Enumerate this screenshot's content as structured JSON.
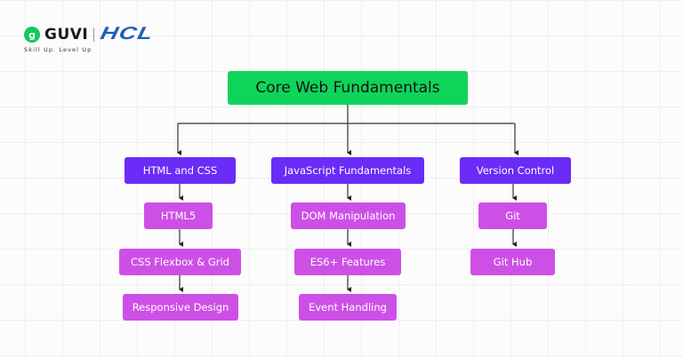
{
  "branding": {
    "logo_mark": "g",
    "brand_name": "GUVI",
    "partner_name": "HCL",
    "tagline": "Skill Up. Level Up",
    "colors": {
      "guvi_green": "#14c959",
      "hcl_blue": "#1d5fb8"
    }
  },
  "diagram": {
    "colors": {
      "root": "#0ed45a",
      "category": "#6a2cf6",
      "topic": "#cd50e6",
      "connector": "#333333"
    },
    "root": {
      "label": "Core Web Fundamentals"
    },
    "branches": [
      {
        "label": "HTML and CSS",
        "children": [
          {
            "label": "HTML5"
          },
          {
            "label": "CSS Flexbox & Grid"
          },
          {
            "label": "Responsive Design"
          }
        ]
      },
      {
        "label": "JavaScript Fundamentals",
        "children": [
          {
            "label": "DOM Manipulation"
          },
          {
            "label": "ES6+ Features"
          },
          {
            "label": "Event Handling"
          }
        ]
      },
      {
        "label": "Version Control",
        "children": [
          {
            "label": "Git"
          },
          {
            "label": "Git Hub"
          }
        ]
      }
    ]
  }
}
